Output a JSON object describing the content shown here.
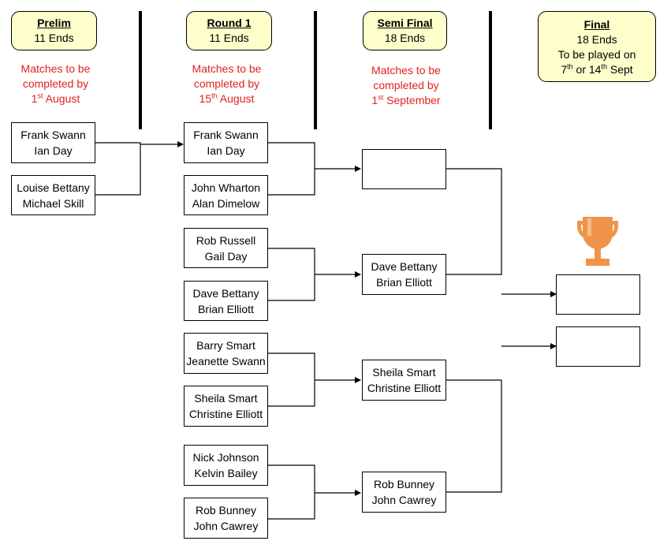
{
  "headers": {
    "prelim": {
      "title": "Prelim",
      "ends": "11 Ends"
    },
    "round1": {
      "title": "Round 1",
      "ends": "11 Ends"
    },
    "semi": {
      "title": "Semi Final",
      "ends": "18 Ends"
    },
    "final": {
      "title": "Final",
      "ends": "18 Ends",
      "line3": "To be played on",
      "d1": "7",
      "s1": "th",
      "mid": " or 14",
      "s2": "th",
      "end": " Sept"
    }
  },
  "notes": {
    "prelim": {
      "l1": "Matches to be",
      "l2": "completed by",
      "d": "1",
      "s": "st",
      "m": " August"
    },
    "round1": {
      "l1": "Matches to be",
      "l2": "completed by",
      "d": "15",
      "s": "th",
      "m": " August"
    },
    "semi": {
      "l1": "Matches to be",
      "l2": "completed by",
      "d": "1",
      "s": "st",
      "m": " September"
    }
  },
  "prelim": [
    {
      "p1": "Frank Swann",
      "p2": "Ian Day"
    },
    {
      "p1": "Louise Bettany",
      "p2": "Michael Skill"
    }
  ],
  "round1": [
    {
      "p1": "Frank Swann",
      "p2": "Ian Day"
    },
    {
      "p1": "John Wharton",
      "p2": "Alan Dimelow"
    },
    {
      "p1": "Rob Russell",
      "p2": "Gail Day"
    },
    {
      "p1": "Dave Bettany",
      "p2": "Brian Elliott"
    },
    {
      "p1": "Barry Smart",
      "p2": "Jeanette Swann"
    },
    {
      "p1": "Sheila Smart",
      "p2": "Christine Elliott"
    },
    {
      "p1": "Nick Johnson",
      "p2": "Kelvin Bailey"
    },
    {
      "p1": "Rob Bunney",
      "p2": "John Cawrey"
    }
  ],
  "semi": [
    {
      "p1": "",
      "p2": ""
    },
    {
      "p1": "Dave Bettany",
      "p2": "Brian Elliott"
    },
    {
      "p1": "Sheila Smart",
      "p2": "Christine Elliott"
    },
    {
      "p1": "Rob Bunney",
      "p2": "John Cawrey"
    }
  ],
  "final": [
    {
      "p1": "",
      "p2": ""
    },
    {
      "p1": "",
      "p2": ""
    }
  ],
  "colors": {
    "header_fill": "#ffffcc",
    "note_text": "#e0211e",
    "trophy": "#f0944a"
  },
  "icons": {
    "trophy": "trophy-icon"
  }
}
